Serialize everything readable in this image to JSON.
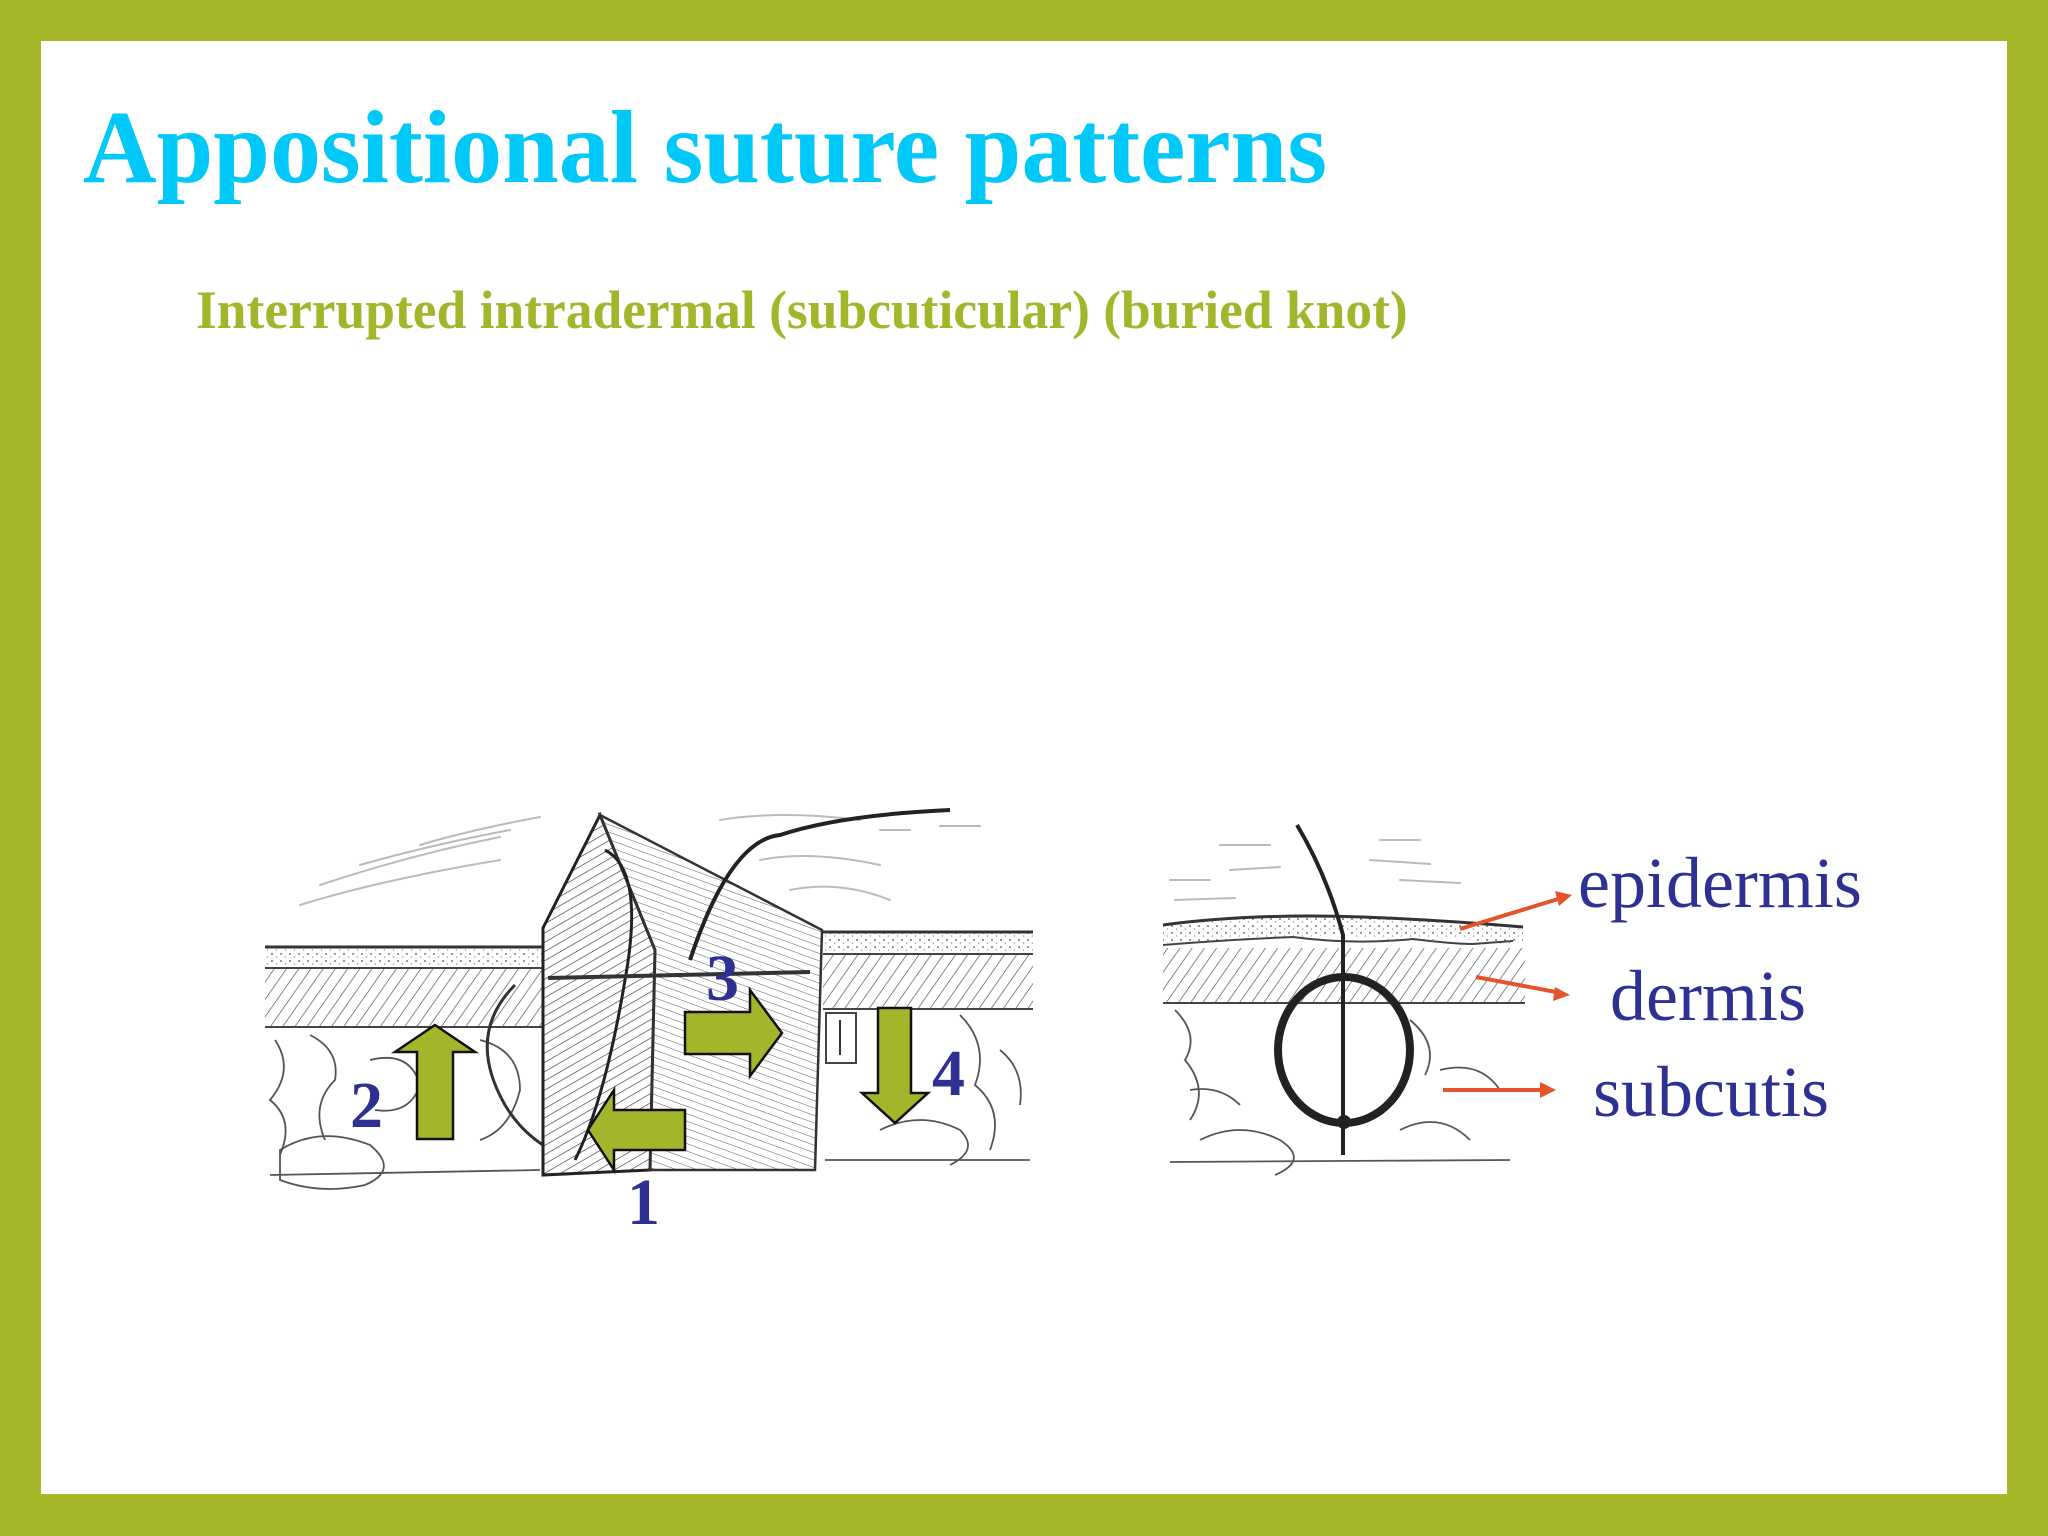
{
  "slide": {
    "title": "Appositional suture patterns",
    "subtitle": "Interrupted intradermal (subcuticular) (buried knot)",
    "colors": {
      "frame": "#a7b72a",
      "background": "#ffffff",
      "title": "#00c8f8",
      "subtitle": "#a3b52a",
      "labels": "#2e3192",
      "step_arrows": "#a3b52a",
      "pointer_arrows": "#e4542a",
      "drawing_ink": "#333333"
    }
  },
  "left_figure": {
    "description": "Placement of interrupted intradermal suture with needle passing through dermis",
    "steps": [
      {
        "number": "1",
        "direction": "left"
      },
      {
        "number": "2",
        "direction": "up"
      },
      {
        "number": "3",
        "direction": "right"
      },
      {
        "number": "4",
        "direction": "down"
      }
    ]
  },
  "right_figure": {
    "description": "Completed buried-knot intradermal suture cross-section",
    "layers": [
      {
        "label": "epidermis"
      },
      {
        "label": "dermis"
      },
      {
        "label": "subcutis"
      }
    ]
  }
}
